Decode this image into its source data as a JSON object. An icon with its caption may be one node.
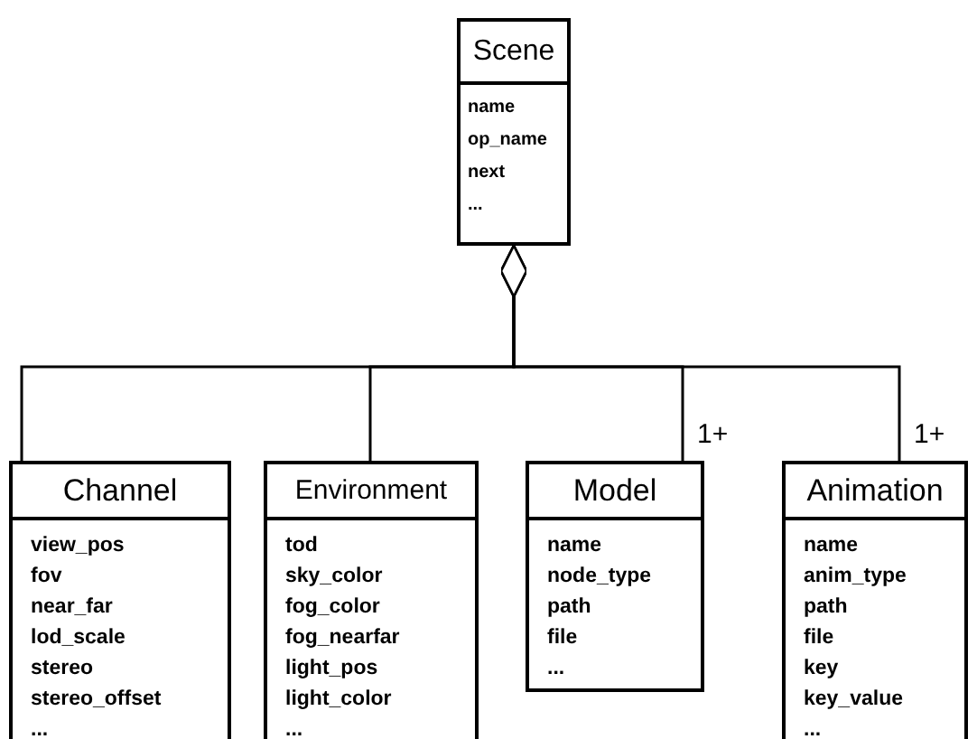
{
  "diagram": {
    "nodes": [
      {
        "text": [
          "Scene",
          "name",
          "op_name",
          "next",
          "..."
        ]
      },
      {
        "text": [
          "Channel",
          "view_pos",
          "fov",
          "near_far",
          "lod_scale",
          "stereo",
          "stereo_offset",
          "..."
        ]
      },
      {
        "text": [
          "Environment",
          "tod",
          "sky_color",
          "fog_color",
          "fog_nearfar",
          "light_pos",
          "light_color",
          "..."
        ]
      },
      {
        "text": [
          "Model",
          "name",
          "node_type",
          "path",
          "file",
          "..."
        ]
      },
      {
        "text": [
          "Animation",
          "name",
          "anim_type",
          "path",
          "file",
          "key",
          "key_value",
          "..."
        ]
      }
    ],
    "edges": [
      {
        "from": 0,
        "to": 1,
        "arrow": "other"
      },
      {
        "from": 0,
        "to": 2,
        "arrow": "other"
      },
      {
        "from": 0,
        "to": 3,
        "arrow": "other",
        "label": "1+"
      },
      {
        "from": 0,
        "to": 4,
        "arrow": "other",
        "label": "1+"
      }
    ]
  }
}
